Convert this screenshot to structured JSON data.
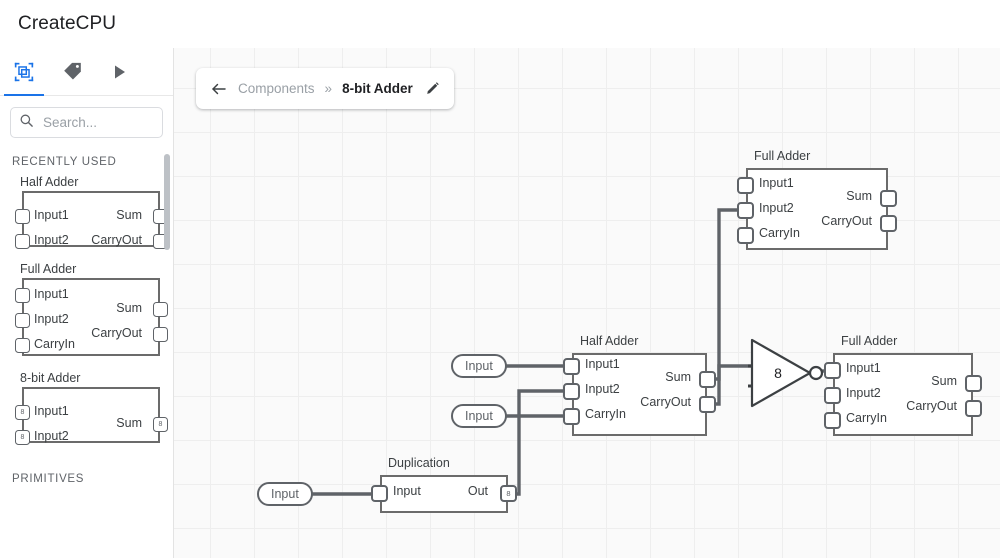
{
  "app": {
    "title": "CreateCPU"
  },
  "sidebar": {
    "tabs": [
      {
        "name": "components-tab",
        "icon": "chip-select-icon",
        "active": true
      },
      {
        "name": "tags-tab",
        "icon": "tag-icon",
        "active": false
      },
      {
        "name": "run-tab",
        "icon": "play-icon",
        "active": false
      }
    ],
    "search": {
      "placeholder": "Search...",
      "value": "",
      "icon": "search-icon"
    },
    "sections": [
      {
        "label": "RECENTLY USED"
      },
      {
        "label": "PRIMITIVES"
      }
    ],
    "components": [
      {
        "name": "Half Adder",
        "inputs": [
          {
            "label": "Input1",
            "width": ""
          },
          {
            "label": "Input2",
            "width": ""
          }
        ],
        "outputs": [
          {
            "label": "Sum",
            "width": ""
          },
          {
            "label": "CarryOut",
            "width": ""
          }
        ]
      },
      {
        "name": "Full Adder",
        "inputs": [
          {
            "label": "Input1",
            "width": ""
          },
          {
            "label": "Input2",
            "width": ""
          },
          {
            "label": "CarryIn",
            "width": ""
          }
        ],
        "outputs": [
          {
            "label": "Sum",
            "width": ""
          },
          {
            "label": "CarryOut",
            "width": ""
          }
        ]
      },
      {
        "name": "8-bit Adder",
        "inputs": [
          {
            "label": "Input1",
            "width": "8"
          },
          {
            "label": "Input2",
            "width": "8"
          }
        ],
        "outputs": [
          {
            "label": "Sum",
            "width": "8"
          }
        ]
      }
    ]
  },
  "breadcrumb": {
    "back_icon": "arrow-left-icon",
    "root": "Components",
    "separator": "»",
    "current": "8-bit Adder",
    "edit_icon": "pencil-icon"
  },
  "canvas": {
    "grid": {
      "size": 44,
      "color": "#eeeeee",
      "background": "#fafafa"
    },
    "wire_color": "#5f6368",
    "nodes": [
      {
        "id": "full-adder-top",
        "type": "chip",
        "name": "Full Adder",
        "inputs": [
          {
            "label": "Input1",
            "width": ""
          },
          {
            "label": "Input2",
            "width": ""
          },
          {
            "label": "CarryIn",
            "width": ""
          }
        ],
        "outputs": [
          {
            "label": "Sum",
            "width": ""
          },
          {
            "label": "CarryOut",
            "width": ""
          }
        ]
      },
      {
        "id": "half-adder-mid",
        "type": "chip",
        "name": "Half Adder",
        "inputs": [
          {
            "label": "Input1",
            "width": ""
          },
          {
            "label": "Input2",
            "width": ""
          },
          {
            "label": "CarryIn",
            "width": ""
          }
        ],
        "outputs": [
          {
            "label": "Sum",
            "width": ""
          },
          {
            "label": "CarryOut",
            "width": ""
          }
        ]
      },
      {
        "id": "full-adder-right",
        "type": "chip",
        "name": "Full Adder",
        "inputs": [
          {
            "label": "Input1",
            "width": ""
          },
          {
            "label": "Input2",
            "width": ""
          },
          {
            "label": "CarryIn",
            "width": ""
          }
        ],
        "outputs": [
          {
            "label": "Sum",
            "width": ""
          },
          {
            "label": "CarryOut",
            "width": ""
          }
        ]
      },
      {
        "id": "duplication",
        "type": "chip",
        "name": "Duplication",
        "inputs": [
          {
            "label": "Input",
            "width": ""
          }
        ],
        "outputs": [
          {
            "label": "Out",
            "width": "8"
          }
        ]
      },
      {
        "id": "not-gate",
        "type": "gate",
        "label": "8",
        "shape": "inverter"
      },
      {
        "id": "input-pin-1",
        "type": "pin",
        "label": "Input"
      },
      {
        "id": "input-pin-2",
        "type": "pin",
        "label": "Input"
      },
      {
        "id": "input-pin-3",
        "type": "pin",
        "label": "Input"
      }
    ]
  }
}
